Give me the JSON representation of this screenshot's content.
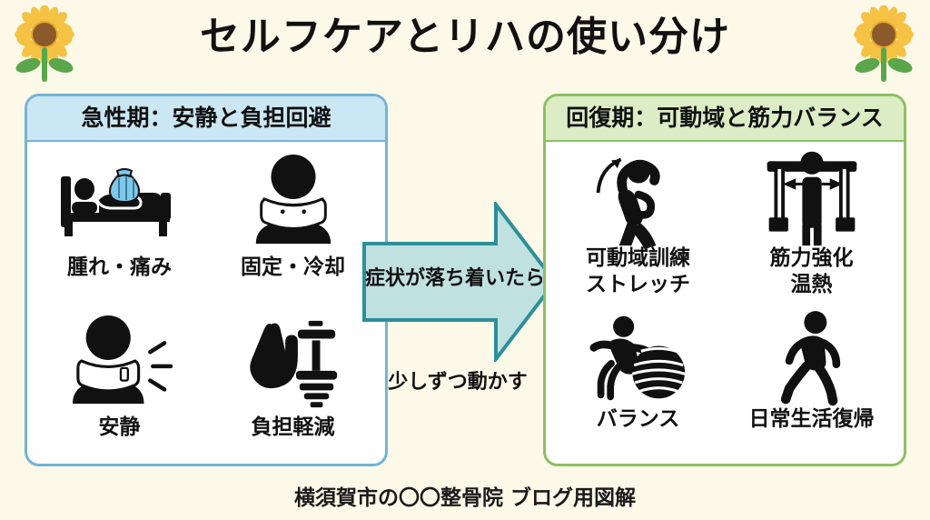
{
  "page": {
    "title": "セルフケアとリハの使い分け",
    "footer": "横須賀市の〇〇整骨院 ブログ用図解",
    "background_color": "#fdf9e8"
  },
  "decorations": {
    "left_flower": "sunflower-icon",
    "right_flower": "sunflower-icon"
  },
  "panels": {
    "acute": {
      "header": "急性期：安静と負担回避",
      "border_color": "#74b3d6",
      "header_color": "#cbe7f3",
      "items": [
        {
          "icon": "bed-with-ice-pack-icon",
          "caption": "腫れ・痛み"
        },
        {
          "icon": "neck-brace-icon",
          "caption": "固定・冷却"
        },
        {
          "icon": "neck-brace-pain-icon",
          "caption": "安静"
        },
        {
          "icon": "hand-stop-dumbbell-icon",
          "caption": "負担軽減"
        }
      ]
    },
    "recovery": {
      "header": "回復期：可動域と筋力バランス",
      "border_color": "#8cc063",
      "header_color": "#dcedc6",
      "items": [
        {
          "icon": "side-stretch-person-icon",
          "caption_line1": "可動域訓練",
          "caption_line2": "ストレッチ"
        },
        {
          "icon": "resistance-band-person-icon",
          "caption_line1": "筋力強化",
          "caption_line2": "温熱"
        },
        {
          "icon": "balance-ball-person-icon",
          "caption_line1": "バランス",
          "caption_line2": ""
        },
        {
          "icon": "walking-person-icon",
          "caption_line1": "日常生活復帰",
          "caption_line2": ""
        }
      ]
    }
  },
  "arrow": {
    "label": "症状が落ち着いたら",
    "sub_caption": "少しずつ動かす",
    "fill_color": "#bfe2e0",
    "stroke_color": "#2d8f99"
  }
}
